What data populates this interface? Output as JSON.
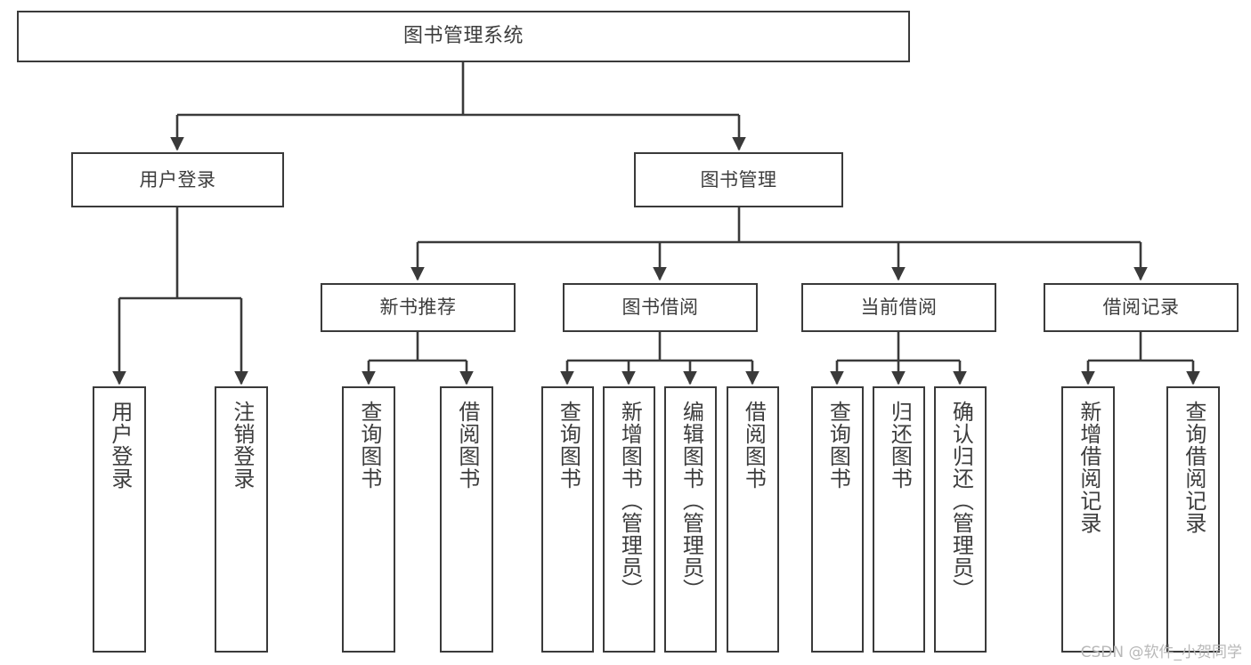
{
  "diagram": {
    "title": "图书管理系统",
    "type": "tree-hierarchy-chart",
    "watermark": "CSDN @软件_小贺同学",
    "colors": {
      "background": "#ffffff",
      "stroke": "#3a3a3a",
      "text": "#3d3d3d",
      "watermark": "#b8b8b8"
    },
    "nodes": {
      "root": {
        "label": "图书管理系统"
      },
      "level2": [
        {
          "id": "user-login",
          "label": "用户登录"
        },
        {
          "id": "book-manage",
          "label": "图书管理"
        }
      ],
      "level3": [
        {
          "id": "new-book-recommend",
          "label": "新书推荐"
        },
        {
          "id": "book-borrow",
          "label": "图书借阅"
        },
        {
          "id": "current-borrow",
          "label": "当前借阅"
        },
        {
          "id": "borrow-record",
          "label": "借阅记录"
        }
      ],
      "leaves": {
        "user-login": [
          {
            "id": "leaf-user-login",
            "label": "用户登录"
          },
          {
            "id": "leaf-logout-login",
            "label": "注销登录"
          }
        ],
        "new-book-recommend": [
          {
            "id": "leaf-query-book-1",
            "label": "查询图书"
          },
          {
            "id": "leaf-borrow-book-1",
            "label": "借阅图书"
          }
        ],
        "book-borrow": [
          {
            "id": "leaf-query-book-2",
            "label": "查询图书"
          },
          {
            "id": "leaf-add-book",
            "label": "新增图书（管理员）"
          },
          {
            "id": "leaf-edit-book",
            "label": "编辑图书（管理员）"
          },
          {
            "id": "leaf-borrow-book-2",
            "label": "借阅图书"
          }
        ],
        "current-borrow": [
          {
            "id": "leaf-query-book-3",
            "label": "查询图书"
          },
          {
            "id": "leaf-return-book",
            "label": "归还图书"
          },
          {
            "id": "leaf-confirm-return",
            "label": "确认归还（管理员）"
          }
        ],
        "borrow-record": [
          {
            "id": "leaf-add-record",
            "label": "新增借阅记录"
          },
          {
            "id": "leaf-query-record",
            "label": "查询借阅记录"
          }
        ]
      }
    }
  }
}
